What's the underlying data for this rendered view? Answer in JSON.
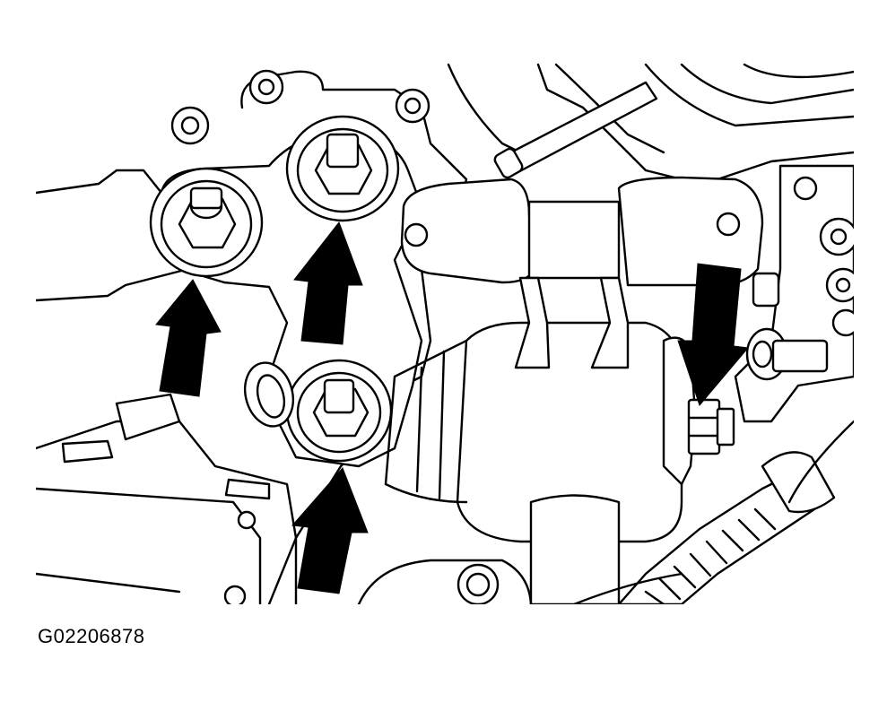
{
  "figure": {
    "figure_id": "G02206878"
  },
  "colors": {
    "ink": "#000000",
    "paper": "#ffffff"
  },
  "callouts": [
    {
      "name": "upper-left-bolt-arrow",
      "direction": "up"
    },
    {
      "name": "upper-right-bolt-arrow",
      "direction": "up"
    },
    {
      "name": "lower-bolt-arrow",
      "direction": "up"
    },
    {
      "name": "nut-arrow",
      "direction": "down"
    }
  ]
}
